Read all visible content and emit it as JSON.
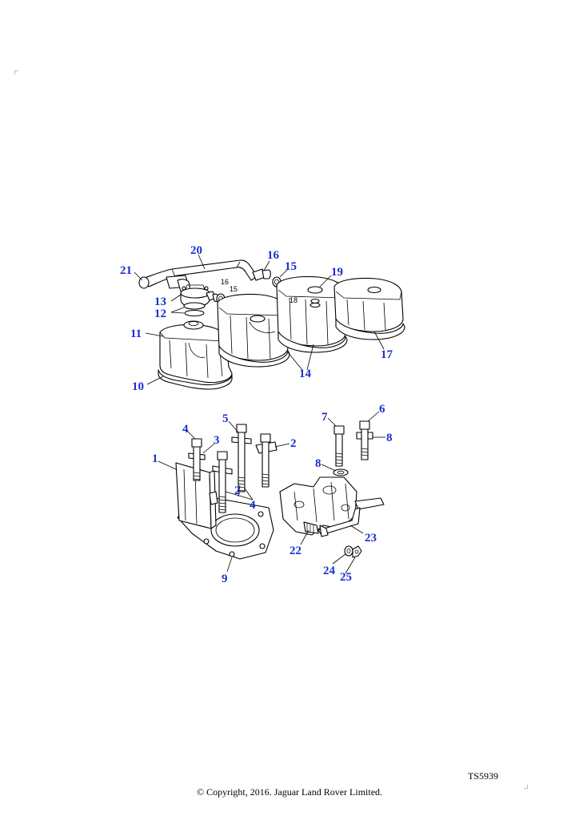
{
  "figure": {
    "reference_code": "TS5939",
    "copyright": "© Copyright, 2016. Jaguar Land Rover Limited."
  },
  "callouts": {
    "c1": "1",
    "c2a": "2",
    "c2b": "2",
    "c3": "3",
    "c4a": "4",
    "c4b": "4",
    "c5": "5",
    "c6": "6",
    "c7": "7",
    "c8a": "8",
    "c8b": "8",
    "c9": "9",
    "c10": "10",
    "c11": "11",
    "c12": "12",
    "c13": "13",
    "c14": "14",
    "c15": "15",
    "c15s": "15",
    "c16": "16",
    "c16s": "16",
    "c17": "17",
    "c18s": "18",
    "c19": "19",
    "c20": "20",
    "c21": "21",
    "c22": "22",
    "c23": "23",
    "c24": "24",
    "c25": "25"
  },
  "colors": {
    "callout": "#1a2fd0",
    "line": "#000000"
  }
}
